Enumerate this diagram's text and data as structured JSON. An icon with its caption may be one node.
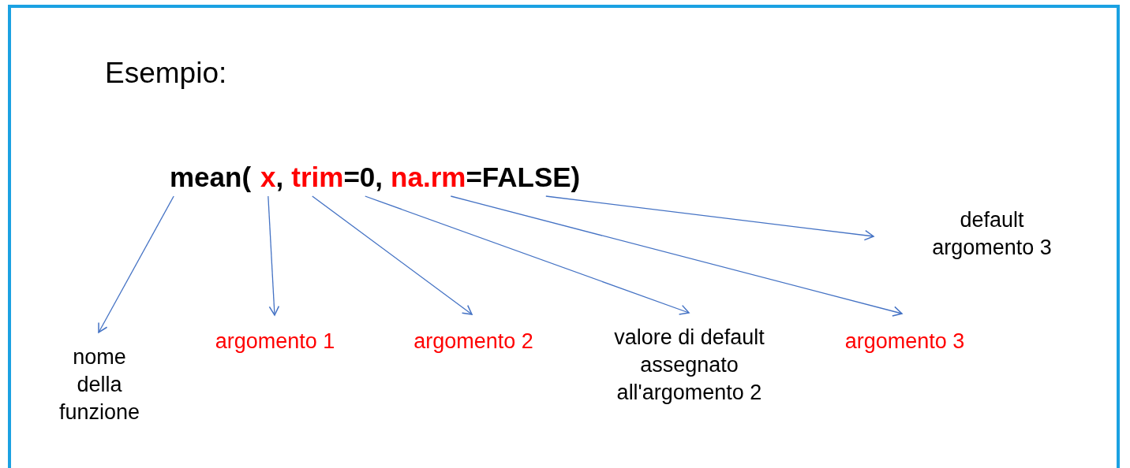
{
  "diagram": {
    "title": "Esempio:",
    "nodes": [
      {
        "text": [
          "mean("
        ]
      },
      {
        "text": [
          "x"
        ]
      },
      {
        "text": [
          ","
        ]
      },
      {
        "text": [
          "trim"
        ]
      },
      {
        "text": [
          "=0,"
        ]
      },
      {
        "text": [
          "na.rm"
        ]
      },
      {
        "text": [
          "=FALSE)"
        ]
      },
      {
        "text": [
          "nome della funzione"
        ]
      },
      {
        "text": [
          "argomento 1"
        ]
      },
      {
        "text": [
          "argomento 2"
        ]
      },
      {
        "text": [
          "valore di default assegnato all'argomento 2"
        ]
      },
      {
        "text": [
          "argomento 3"
        ]
      },
      {
        "text": [
          "default argomento 3"
        ]
      }
    ],
    "edges": [
      {
        "from": 0,
        "to": 7,
        "arrow": "to"
      },
      {
        "from": 1,
        "to": 8,
        "arrow": "to"
      },
      {
        "from": 3,
        "to": 9,
        "arrow": "to"
      },
      {
        "from": 4,
        "to": 10,
        "arrow": "to"
      },
      {
        "from": 5,
        "to": 11,
        "arrow": "to"
      },
      {
        "from": 6,
        "to": 12,
        "arrow": "to"
      }
    ]
  }
}
